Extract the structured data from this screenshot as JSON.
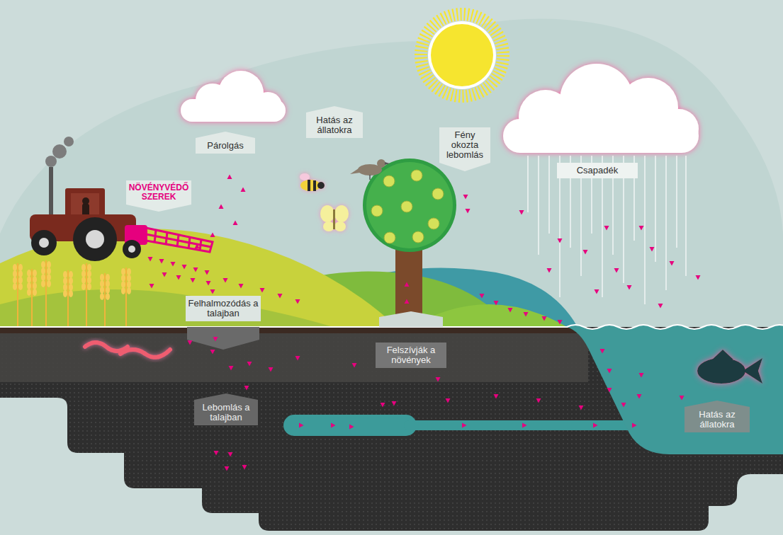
{
  "diagram": {
    "nodes": [
      {
        "text": [
          "NÖVÉNYVÉDŐ SZEREK"
        ]
      },
      {
        "text": [
          "Párolgás"
        ]
      },
      {
        "text": [
          "Hatás az állatokra"
        ]
      },
      {
        "text": [
          "Fény okozta lebomlás"
        ]
      },
      {
        "text": [
          "Csapadék"
        ]
      },
      {
        "text": [
          "Felhalmozódás a talajban"
        ]
      },
      {
        "text": [
          "Felszívják a növények"
        ]
      },
      {
        "text": [
          "Lebomlás a talajban"
        ]
      },
      {
        "text": [
          "Hatás az állatokra"
        ]
      }
    ]
  }
}
